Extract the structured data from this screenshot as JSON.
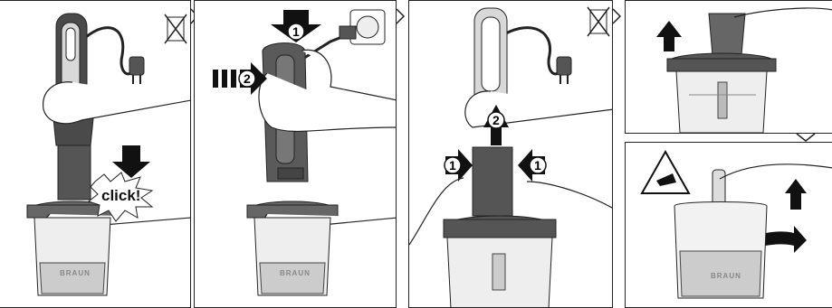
{
  "steps": {
    "step1": {
      "callout": "click!"
    },
    "step2": {
      "badge_press": "1",
      "badge_slide": "2"
    },
    "step3": {
      "badge_left": "1",
      "badge_up": "2",
      "badge_right": "1"
    }
  },
  "icons": {
    "no_dishwasher": "no-dishwasher-icon",
    "power_outlet": "power-outlet-icon",
    "blade_warning": "blade-warning-icon",
    "arrow_down": "arrow-down-icon",
    "arrow_up": "arrow-up-icon",
    "arrow_right": "arrow-right-icon"
  },
  "colors": {
    "outline": "#222222",
    "body_dark": "#4a4a4a",
    "body_mid": "#6e6e6e",
    "body_light": "#bfbfbf",
    "bowl_fill": "#eeeeee",
    "arrow": "#111111"
  }
}
